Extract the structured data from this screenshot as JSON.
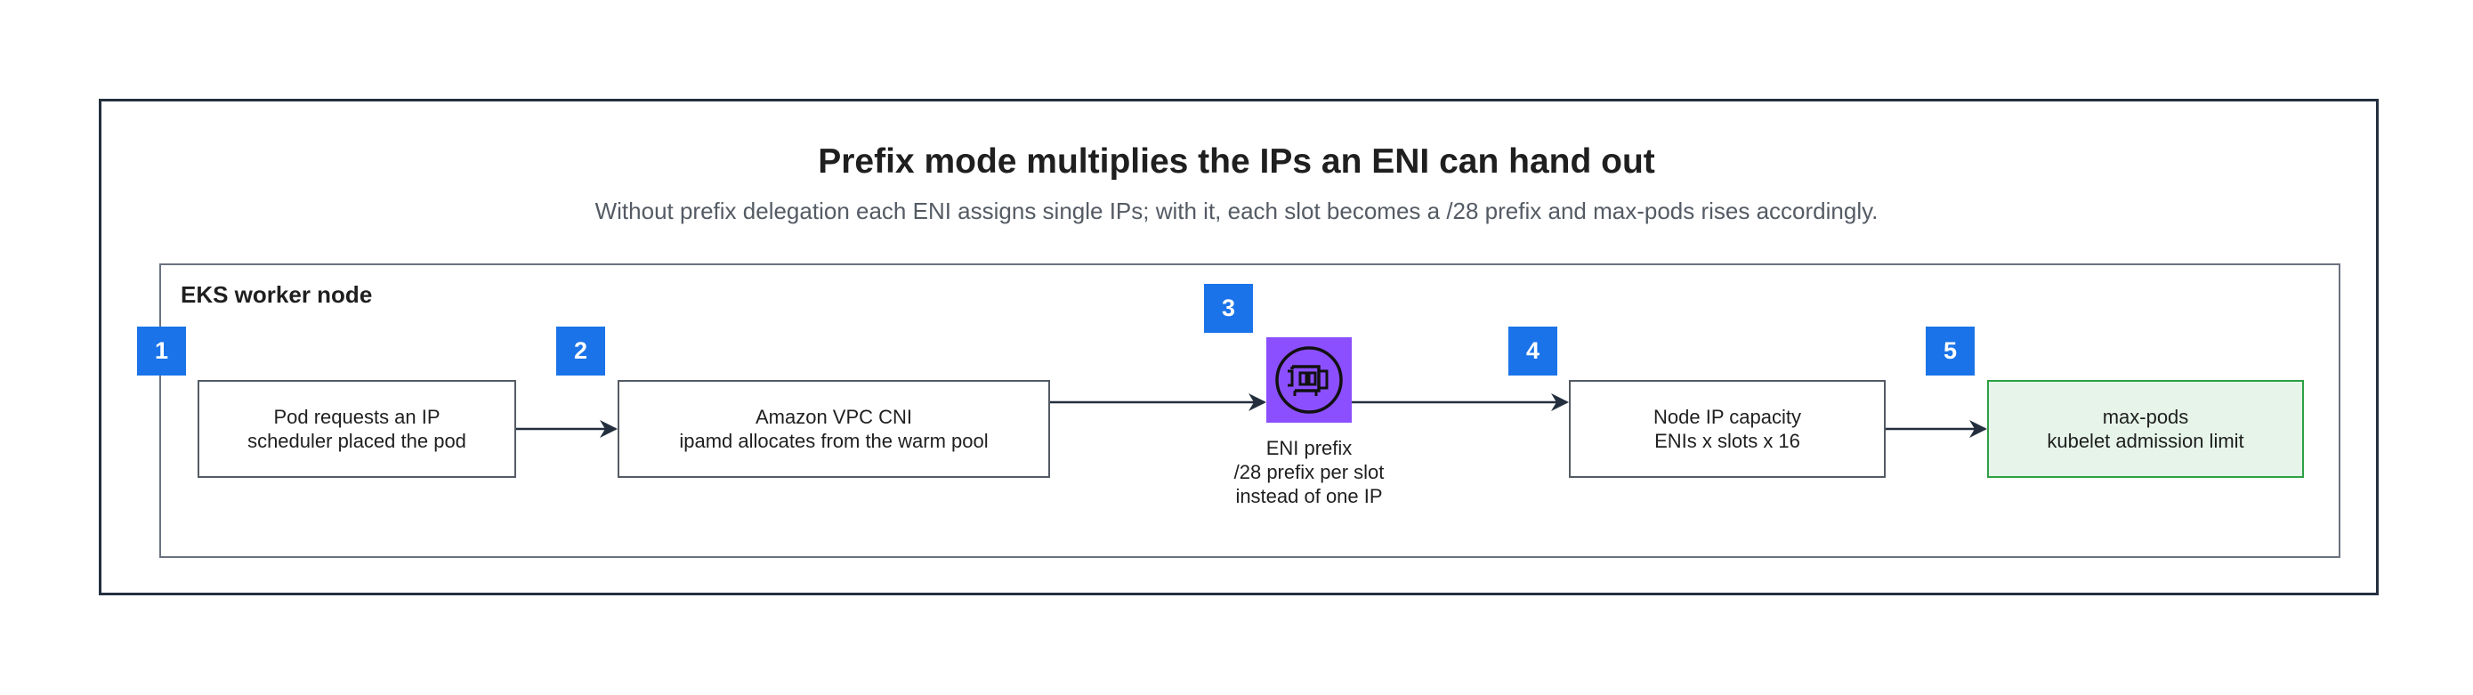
{
  "diagram": {
    "title": "Prefix mode multiplies the IPs an ENI can hand out",
    "subtitle": "Without prefix delegation each ENI assigns single IPs; with it, each slot becomes a /28 prefix and max-pods rises accordingly.",
    "group_label": "EKS worker node",
    "steps": [
      {
        "badge": "1",
        "line1": "Pod requests an IP",
        "line2": "scheduler placed the pod"
      },
      {
        "badge": "2",
        "line1": "Amazon VPC CNI",
        "line2": "ipamd allocates from the warm pool"
      },
      {
        "badge": "3",
        "line1": "ENI prefix",
        "line2": "/28 prefix per slot",
        "line3": "instead of one IP",
        "icon": "network-interface-icon"
      },
      {
        "badge": "4",
        "line1": "Node IP capacity",
        "line2": "ENIs x slots x 16"
      },
      {
        "badge": "5",
        "line1": "max-pods",
        "line2": "kubelet admission limit"
      }
    ],
    "colors": {
      "frame": "#232f3e",
      "badge": "#1a73e8",
      "eni_icon": "#8c4fff",
      "result_fill": "#e6f4ea",
      "result_border": "#2ea043",
      "arrow": "#232f3e"
    }
  }
}
